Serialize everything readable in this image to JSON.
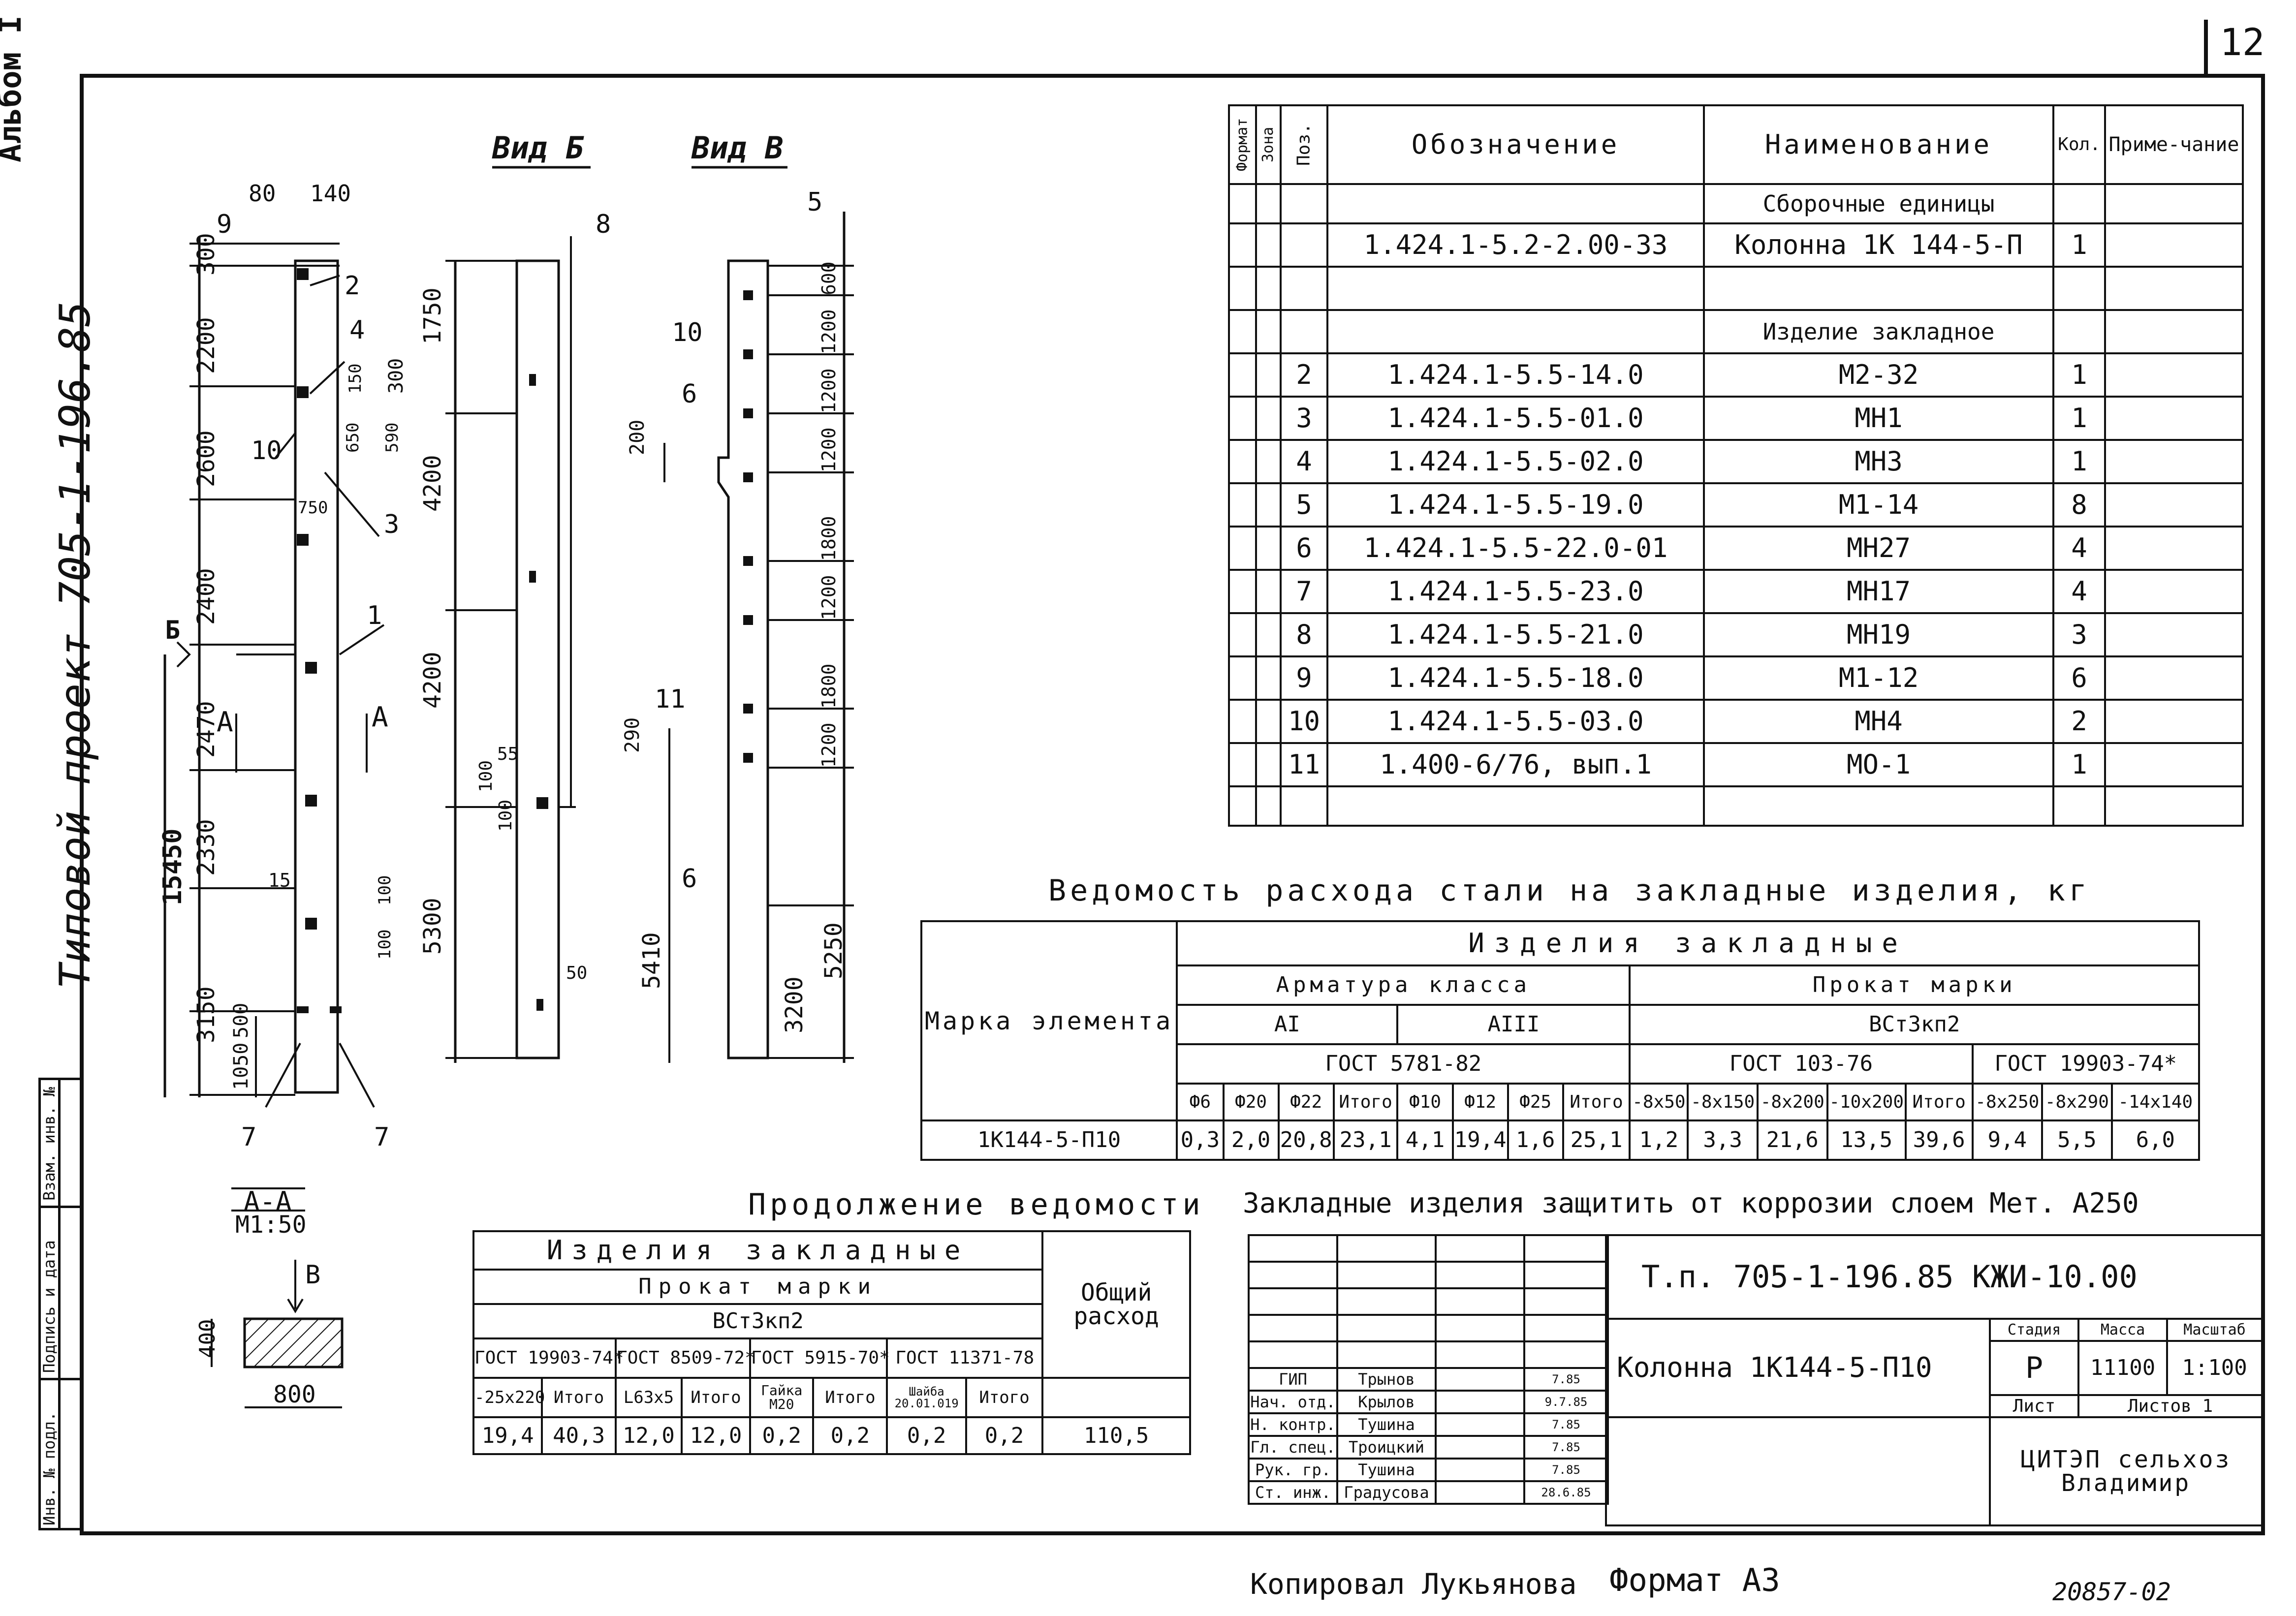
{
  "sheet_number": "12",
  "left_margin": {
    "album": "Альбом I",
    "project": "Типовой проект 705-1-196.85"
  },
  "side_stamp": [
    "Инв. № подл.",
    "Подпись и дата",
    "Взам. инв. №"
  ],
  "drawing": {
    "view_b_title": "Вид Б",
    "view_v_title": "Вид В",
    "section_title": "А-А",
    "section_scale": "М1:50",
    "section_view_ref": "В",
    "section_dims": {
      "height": "400",
      "width": "800"
    },
    "col1_dims": [
      "300",
      "2200",
      "2600",
      "2400",
      "2470",
      "2330",
      "3150",
      "1050",
      "500"
    ],
    "col1_total": "15450",
    "col1_top_dims": [
      "80",
      "140"
    ],
    "col1_detail_dims": [
      "150",
      "300",
      "650",
      "590",
      "750",
      "15",
      "100",
      "100",
      "50",
      "55",
      "100",
      "100"
    ],
    "col1_callouts": [
      "9",
      "2",
      "4",
      "10",
      "3",
      "1",
      "7",
      "7"
    ],
    "col1_view_markers": [
      "Б",
      "А",
      "А"
    ],
    "col2_dims": [
      "1750",
      "4200",
      "4200",
      "5300"
    ],
    "col2_callout": "8",
    "col3_dims": [
      "600",
      "1200",
      "1200",
      "1200",
      "1800",
      "1200",
      "1800",
      "1200",
      "5250",
      "3200",
      "200",
      "290",
      "5410"
    ],
    "col3_callouts": [
      "5",
      "10",
      "6",
      "11",
      "6"
    ]
  },
  "spec": {
    "headers": {
      "format": "Формат",
      "zone": "Зона",
      "pos": "Поз.",
      "designation": "Обозначение",
      "name": "Наименование",
      "qty": "Кол.",
      "note": "Приме-чание"
    },
    "section1": "Сборочные единицы",
    "assembly": {
      "designation": "1.424.1-5.2-2.00-33",
      "name": "Колонна 1К 144-5-П",
      "qty": "1"
    },
    "section2": "Изделие закладное",
    "rows": [
      {
        "pos": "2",
        "designation": "1.424.1-5.5-14.0",
        "name": "М2-32",
        "qty": "1"
      },
      {
        "pos": "3",
        "designation": "1.424.1-5.5-01.0",
        "name": "МН1",
        "qty": "1"
      },
      {
        "pos": "4",
        "designation": "1.424.1-5.5-02.0",
        "name": "МН3",
        "qty": "1"
      },
      {
        "pos": "5",
        "designation": "1.424.1-5.5-19.0",
        "name": "М1-14",
        "qty": "8"
      },
      {
        "pos": "6",
        "designation": "1.424.1-5.5-22.0-01",
        "name": "МН27",
        "qty": "4"
      },
      {
        "pos": "7",
        "designation": "1.424.1-5.5-23.0",
        "name": "МН17",
        "qty": "4"
      },
      {
        "pos": "8",
        "designation": "1.424.1-5.5-21.0",
        "name": "МН19",
        "qty": "3"
      },
      {
        "pos": "9",
        "designation": "1.424.1-5.5-18.0",
        "name": "М1-12",
        "qty": "6"
      },
      {
        "pos": "10",
        "designation": "1.424.1-5.5-03.0",
        "name": "МН4",
        "qty": "2"
      },
      {
        "pos": "11",
        "designation": "1.400-6/76, вып.1",
        "name": "МО-1",
        "qty": "1"
      }
    ]
  },
  "steel": {
    "title": "Ведомость расхода стали на закладные изделия, кг",
    "mark_header": "Марка элемента",
    "group": "Изделия закладные",
    "armature": "Арматура класса",
    "rolled": "Прокат марки",
    "a1": "АI",
    "a3": "АIII",
    "vst": "ВСт3кп2",
    "gost1": "ГОСТ 5781-82",
    "gost2": "ГОСТ 103-76",
    "gost3": "ГОСТ 19903-74*",
    "cols": [
      "Ф6",
      "Ф20",
      "Ф22",
      "Итого",
      "Ф10",
      "Ф12",
      "Ф25",
      "Итого",
      "-8х50",
      "-8х150",
      "-8х200",
      "-10х200",
      "Итого",
      "-8х250",
      "-8х290",
      "-14х140"
    ],
    "mark": "1К144-5-П10",
    "values": [
      "0,3",
      "2,0",
      "20,8",
      "23,1",
      "4,1",
      "19,4",
      "1,6",
      "25,1",
      "1,2",
      "3,3",
      "21,6",
      "13,5",
      "39,6",
      "9,4",
      "5,5",
      "6,0"
    ]
  },
  "cont": {
    "title": "Продолжение ведомости",
    "group": "Изделия закладные",
    "rolled": "Прокат марки",
    "vst": "ВСт3кп2",
    "total_header": "Общий расход",
    "gosts": [
      "ГОСТ 19903-74*",
      "ГОСТ 8509-72*",
      "ГОСТ 5915-70*",
      "ГОСТ 11371-78"
    ],
    "cols": [
      "-25х220",
      "Итого",
      "L63х5",
      "Итого",
      "Гайка М20",
      "Итого",
      "Шайба 20.01.019",
      "Итого"
    ],
    "values": [
      "19,4",
      "40,3",
      "12,0",
      "12,0",
      "0,2",
      "0,2",
      "0,2",
      "0,2"
    ],
    "total": "110,5"
  },
  "note": "Закладные изделия защитить от коррозии слоем Мет. А250",
  "title_block": {
    "code": "Т.п. 705-1-196.85   КЖИ-10.00",
    "name": "Колонна 1К144-5-П10",
    "stage_h": "Стадия",
    "mass_h": "Масса",
    "scale_h": "Масштаб",
    "stage": "Р",
    "mass": "11100",
    "scale": "1:100",
    "sheet_h": "Лист",
    "sheets_h": "Листов 1",
    "org": "ЦИТЭП сельхоз Владимир",
    "roles": [
      {
        "role": "ГИП",
        "name": "Трынов",
        "date": "7.85"
      },
      {
        "role": "Нач. отд.",
        "name": "Крылов",
        "date": "9.7.85"
      },
      {
        "role": "Н. контр.",
        "name": "Тушина",
        "date": "7.85"
      },
      {
        "role": "Гл. спец.",
        "name": "Троицкий",
        "date": "7.85"
      },
      {
        "role": "Рук. гр.",
        "name": "Тушина",
        "date": "7.85"
      },
      {
        "role": "Ст. инж.",
        "name": "Градусова",
        "date": "28.6.85"
      }
    ]
  },
  "bottom": {
    "copied": "Копировал Лукьянова",
    "format": "Формат А3",
    "stamp": "20857-02"
  }
}
